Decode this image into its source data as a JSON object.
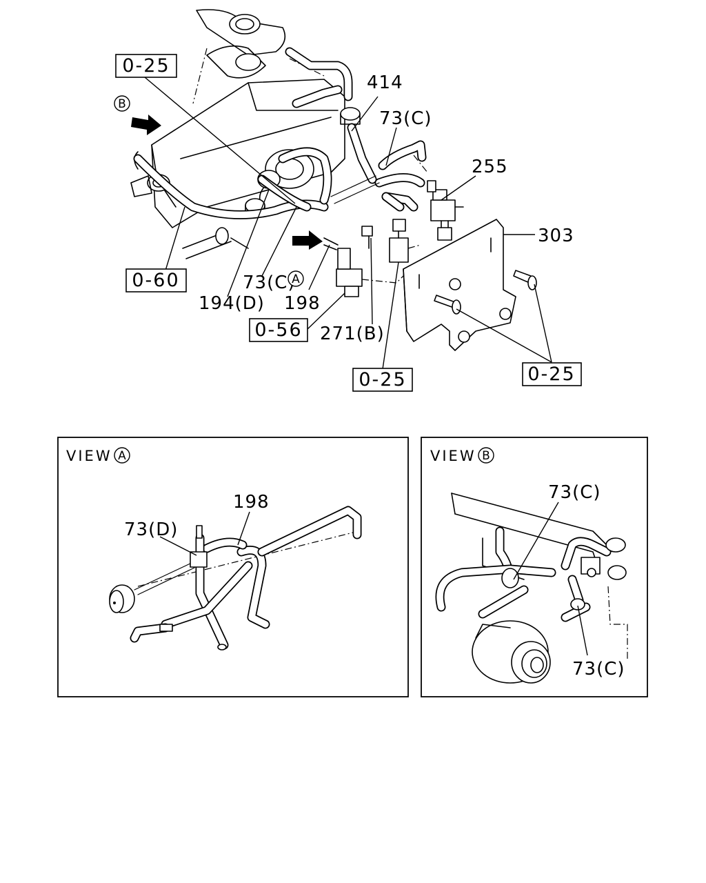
{
  "main_diagram": {
    "callouts": {
      "p414": "414",
      "p73c_top": "73(C)",
      "p255": "255",
      "p303": "303",
      "p73c_mid": "73(C)",
      "p194d": "194(D)",
      "p198": "198",
      "p271b": "271(B)"
    },
    "boxed_refs": {
      "ref_top_left": "0-25",
      "ref_left": "0-60",
      "ref_mid": "0-56",
      "ref_bottom_center": "0-25",
      "ref_bottom_right": "0-25"
    },
    "view_markers": {
      "a": "A",
      "b": "B"
    }
  },
  "view_a": {
    "title": "VIEW",
    "marker": "A",
    "callouts": {
      "p198": "198",
      "p73d": "73(D)"
    }
  },
  "view_b": {
    "title": "VIEW",
    "marker": "B",
    "callouts": {
      "p73c_top": "73(C)",
      "p73c_bottom": "73(C)"
    }
  },
  "colors": {
    "line": "#000000",
    "background": "#ffffff"
  }
}
